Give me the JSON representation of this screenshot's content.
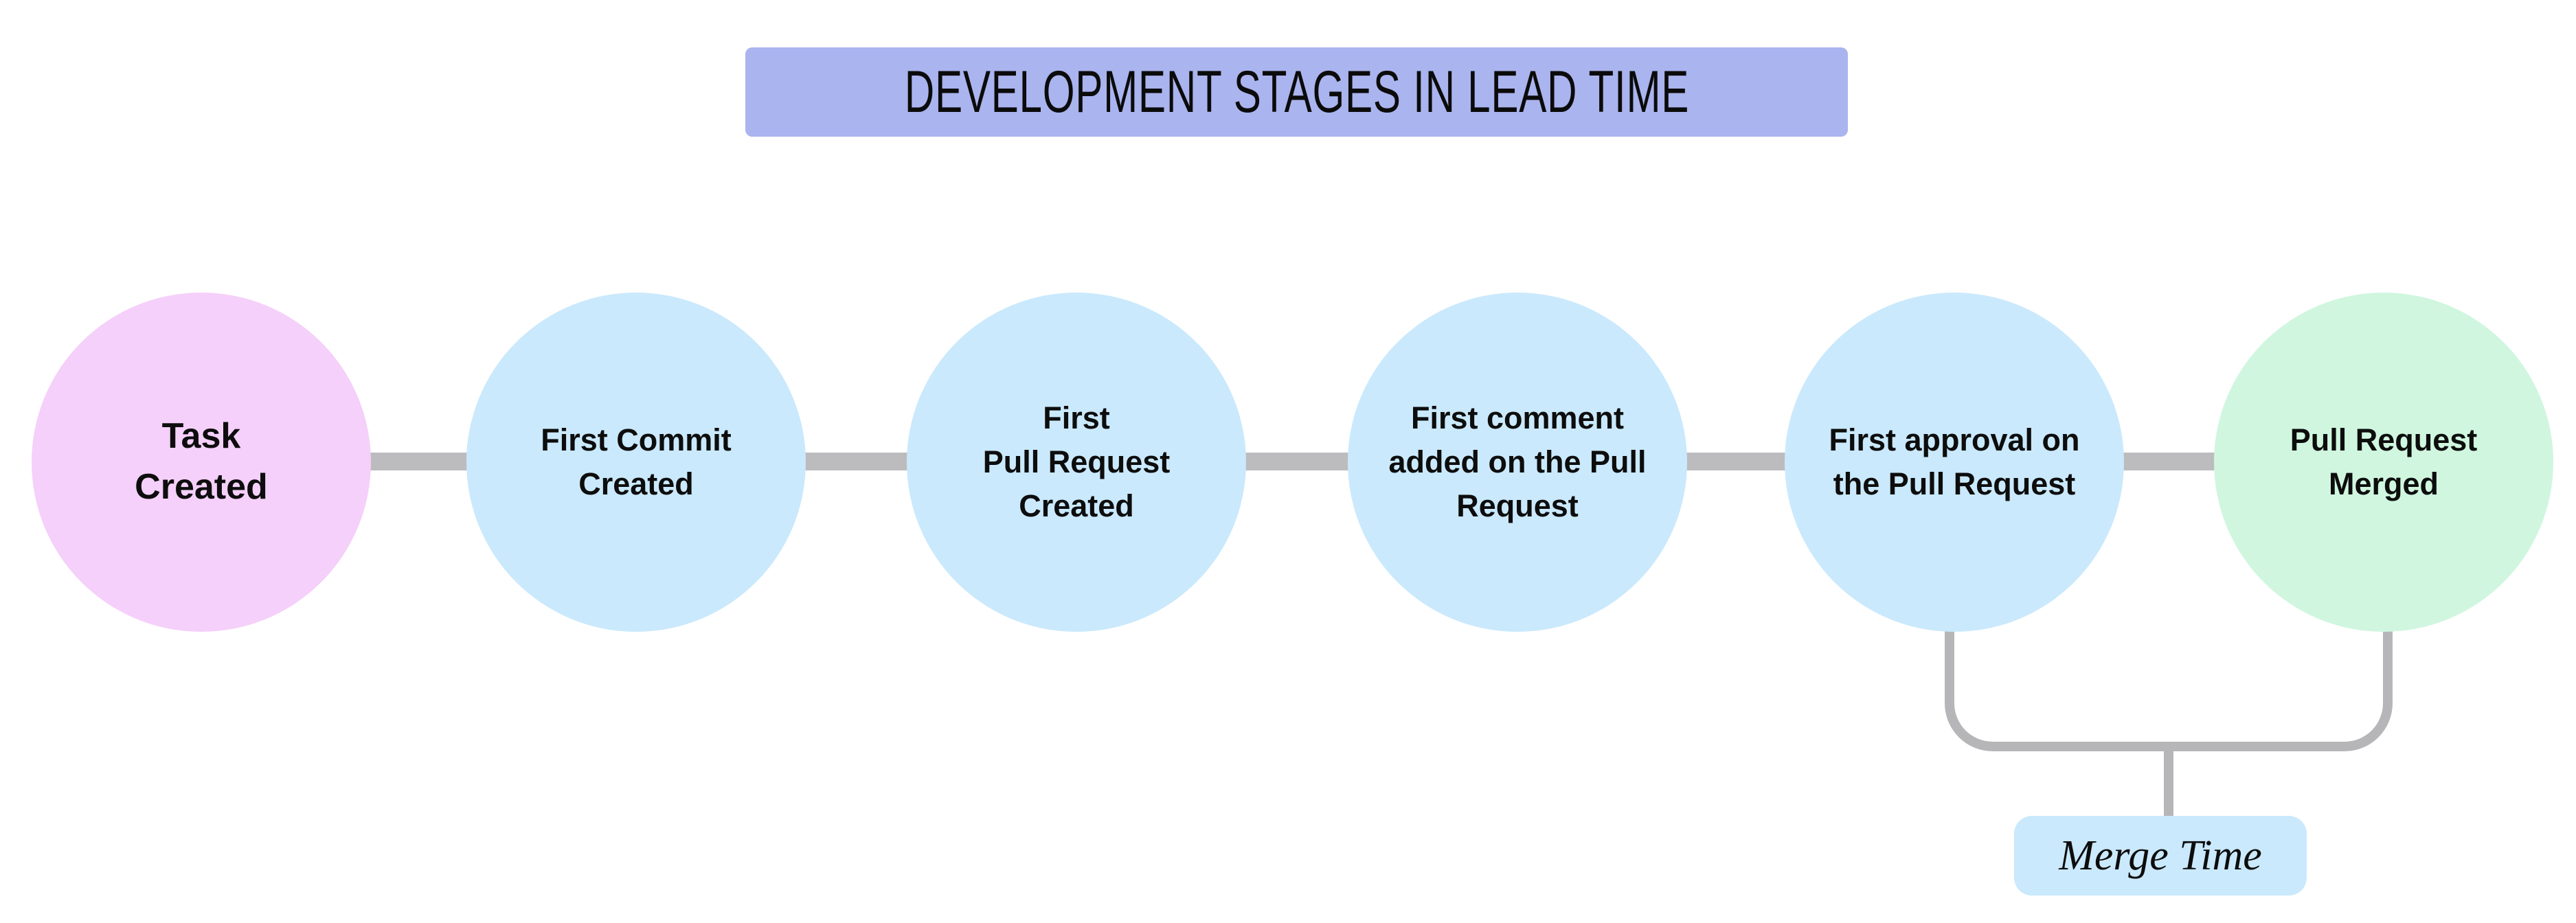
{
  "header": {
    "title": "DEVELOPMENT STAGES IN LEAD TIME"
  },
  "stages": [
    {
      "id": "task-created",
      "label": "Task\nCreated",
      "color": "#f5d0fa"
    },
    {
      "id": "first-commit-created",
      "label": "First Commit\nCreated",
      "color": "#cae9fc"
    },
    {
      "id": "first-pull-request-created",
      "label": "First\nPull Request\nCreated",
      "color": "#cae9fc"
    },
    {
      "id": "first-comment-added",
      "label": "First comment\nadded on the Pull\nRequest",
      "color": "#cae9fc"
    },
    {
      "id": "first-approval",
      "label": "First approval on\nthe Pull Request",
      "color": "#cae9fc"
    },
    {
      "id": "pull-request-merged",
      "label": "Pull Request\nMerged",
      "color": "#d0f6df"
    }
  ],
  "annotation": {
    "merge_time_label": "Merge Time",
    "bg": "#cae9fc",
    "spans_stages": [
      "first-approval",
      "pull-request-merged"
    ]
  },
  "colors": {
    "background": "#ffffff",
    "title_banner": "#aab4ee",
    "connector": "#bcbcbe",
    "bracket": "#b6b6b8",
    "stage_start": "#f5d0fa",
    "stage_default": "#cae9fc",
    "stage_end": "#d0f6df",
    "text": "#0d0d0d"
  }
}
